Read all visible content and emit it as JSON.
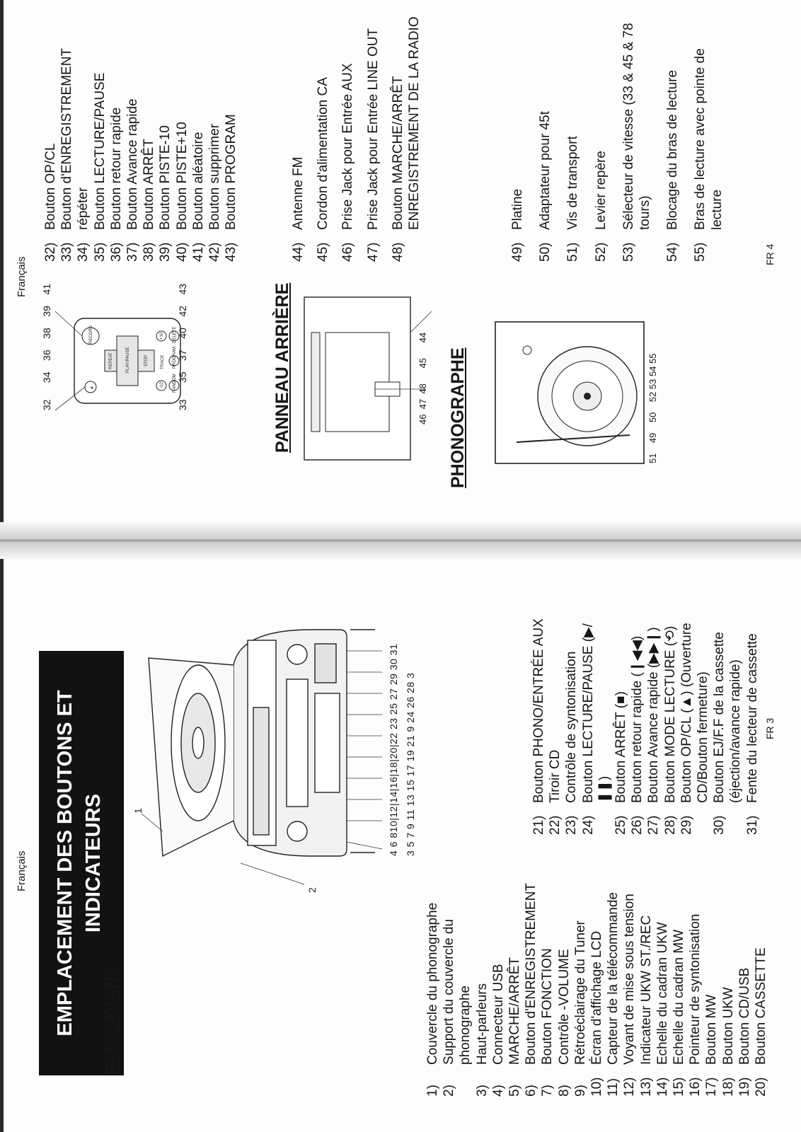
{
  "page3": {
    "language": "Français",
    "title_line1": "EMPLACEMENT DES BOUTONS ET",
    "title_line2": "INDICATEURS",
    "section": "FACE AVANT",
    "folio": "FR 3",
    "diagram_labels": {
      "n1": "1",
      "n2": "2",
      "top": [
        "4",
        "6",
        "8",
        "10",
        "12",
        "14",
        "16",
        "18",
        "20",
        "22",
        "23",
        "25",
        "27",
        "29",
        "30",
        "31"
      ],
      "bottom": [
        "3",
        "5",
        "7",
        "9",
        "11",
        "13",
        "15",
        "17",
        "19",
        "21",
        "9",
        "24",
        "26",
        "28",
        "3"
      ]
    },
    "items_left": [
      {
        "n": "1)",
        "t": "Couvercle du phonographe"
      },
      {
        "n": "2)",
        "t": "Support du couvercle du phonographe"
      },
      {
        "n": "3)",
        "t": "Haut-parleurs"
      },
      {
        "n": "4)",
        "t": "Connecteur USB"
      },
      {
        "n": "5)",
        "t": "MARCHE/ARRÊT"
      },
      {
        "n": "6)",
        "t": "Bouton d'ENREGISTREMENT"
      },
      {
        "n": "7)",
        "t": "Bouton FONCTION"
      },
      {
        "n": "8)",
        "t": "Contrôle -VOLUME"
      },
      {
        "n": "9)",
        "t": "Rétroéclairage du Tuner"
      },
      {
        "n": "10)",
        "t": "Écran d'affichage LCD"
      },
      {
        "n": "11)",
        "t": "Capteur de la télécommande"
      },
      {
        "n": "12)",
        "t": "Voyant de mise sous tension"
      },
      {
        "n": "13)",
        "t": "Indicateur UKW ST./REC"
      },
      {
        "n": "14)",
        "t": "Echelle du cadran UKW"
      },
      {
        "n": "15)",
        "t": "Echelle du cadran MW"
      },
      {
        "n": "16)",
        "t": "Pointeur de syntonisation"
      },
      {
        "n": "17)",
        "t": "Bouton MW"
      },
      {
        "n": "18)",
        "t": "Bouton UKW"
      },
      {
        "n": "19)",
        "t": "Bouton CD/USB"
      },
      {
        "n": "20)",
        "t": "Bouton CASSETTE"
      }
    ],
    "items_right": [
      {
        "n": "21)",
        "t": "Bouton PHONO/ENTRÉE AUX"
      },
      {
        "n": "22)",
        "t": "Tiroir CD"
      },
      {
        "n": "23)",
        "t": "Contrôle de syntonisation"
      },
      {
        "n": "24)",
        "t": "Bouton LECTURE/PAUSE (▶/❚❚)"
      },
      {
        "n": "25)",
        "t": "Bouton ARRÊT (■)"
      },
      {
        "n": "26)",
        "t": "Bouton retour rapide (❙◀◀)"
      },
      {
        "n": "27)",
        "t": "Bouton Avance rapide (▶▶❙)"
      },
      {
        "n": "28)",
        "t": "Bouton MODE LECTURE (⟲)"
      },
      {
        "n": "29)",
        "t": "Bouton OP/CL (▲) (Ouverture CD/Bouton fermeture)"
      },
      {
        "n": "30)",
        "t": "Bouton EJ/F.F de la cassette (éjection/avance rapide)"
      },
      {
        "n": "31)",
        "t": "Fente du lecteur de cassette"
      }
    ]
  },
  "page4": {
    "language": "Français",
    "folio": "FR 4",
    "section_rear": "PANNEAU ARRIÈRE",
    "section_phono": "PHONOGRAPHE",
    "remote_buttons": {
      "record": "RECORD",
      "repeat": "REPEAT",
      "play": "PLAY/PAUSE",
      "stop": "STOP",
      "minus10": "-10",
      "plus10": "+10",
      "track": "TRACK",
      "random": "RANDOM",
      "program": "PROGRAM",
      "delete": "DELETE"
    },
    "remote_labels_left": [
      "32",
      "34",
      "36",
      "38",
      "39",
      "41"
    ],
    "remote_labels_right": [
      "33",
      "35",
      "37",
      "40",
      "42",
      "43"
    ],
    "rear_labels": [
      "46",
      "47",
      "48",
      "45",
      "44"
    ],
    "phono_labels": [
      "51",
      "49",
      "50",
      "52",
      "53",
      "54",
      "55"
    ],
    "items_remote": [
      {
        "n": "32)",
        "t": "Bouton OP/CL"
      },
      {
        "n": "33)",
        "t": "Bouton d'ENREGISTREMENT"
      },
      {
        "n": "34)",
        "t": "répéter"
      },
      {
        "n": "35)",
        "t": "Bouton LECTURE/PAUSE"
      },
      {
        "n": "36)",
        "t": "Bouton retour rapide"
      },
      {
        "n": "37)",
        "t": "Bouton Avance rapide"
      },
      {
        "n": "38)",
        "t": "Bouton ARRÊT"
      },
      {
        "n": "39)",
        "t": "Bouton PISTE-10"
      },
      {
        "n": "40)",
        "t": "Bouton PISTE+10"
      },
      {
        "n": "41)",
        "t": "Bouton aléatoire"
      },
      {
        "n": "42)",
        "t": "Bouton supprimer"
      },
      {
        "n": "43)",
        "t": "Bouton PROGRAM"
      }
    ],
    "items_rear": [
      {
        "n": "44)",
        "t": "Antenne FM"
      },
      {
        "n": "45)",
        "t": "Cordon d'alimentation CA"
      },
      {
        "n": "46)",
        "t": "Prise Jack pour Entrée AUX"
      },
      {
        "n": "47)",
        "t": "Prise Jack pour Entrée LINE OUT"
      },
      {
        "n": "48)",
        "t": "Bouton MARCHE/ARRÊT ENREGISTREMENT DE LA RADIO"
      }
    ],
    "items_phono": [
      {
        "n": "49)",
        "t": "Platine"
      },
      {
        "n": "50)",
        "t": "Adaptateur pour 45t"
      },
      {
        "n": "51)",
        "t": "Vis de transport"
      },
      {
        "n": "52)",
        "t": "Levier repère"
      },
      {
        "n": "53)",
        "t": "Sélecteur de vitesse (33 & 45 & 78 tours)"
      },
      {
        "n": "54)",
        "t": "Blocage du bras de lecture"
      },
      {
        "n": "55)",
        "t": "Bras de lecture avec pointe de lecture"
      }
    ]
  }
}
